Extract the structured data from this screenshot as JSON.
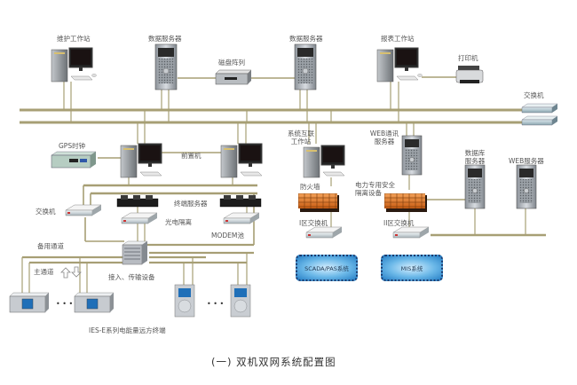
{
  "diagram": {
    "caption": "(一) 双机双网系统配置图",
    "line_color": "#a79f75",
    "nodes": {
      "maintenance_workstation": "维护工作站",
      "data_server_1": "数据服务器",
      "disk_array": "磁盘阵列",
      "data_server_2": "数据服务器",
      "report_workstation": "报表工作站",
      "printer": "打印机",
      "switch_top": "交换机",
      "gps_clock": "GPS时钟",
      "front_end": "前置机",
      "interconnect_workstation_line1": "系统互联",
      "interconnect_workstation_line2": "工作站",
      "web_comm_server_line1": "WEB通讯",
      "web_comm_server_line2": "服务器",
      "db_server_line1": "数据库",
      "db_server_line2": "服务器",
      "web_server": "WEB服务器",
      "switch_left": "交换机",
      "terminal_server": "终端服务器",
      "optical_isolator": "光电隔离",
      "modem_pool": "MODEM池",
      "firewall": "防火墙",
      "isolation_device_line1": "电力专用安全",
      "isolation_device_line2": "隔离设备",
      "zone1_switch": "I区交换机",
      "zone2_switch": "II区交换机",
      "scada_system": "SCADA/PAS系统",
      "mis_system": "MIS系统",
      "backup_channel": "备用通道",
      "main_channel": "主通道",
      "access_transmission": "接入、传输设备",
      "remote_terminals": "IES-E系列电能量远方终端",
      "ellipsis": "• • •"
    }
  }
}
